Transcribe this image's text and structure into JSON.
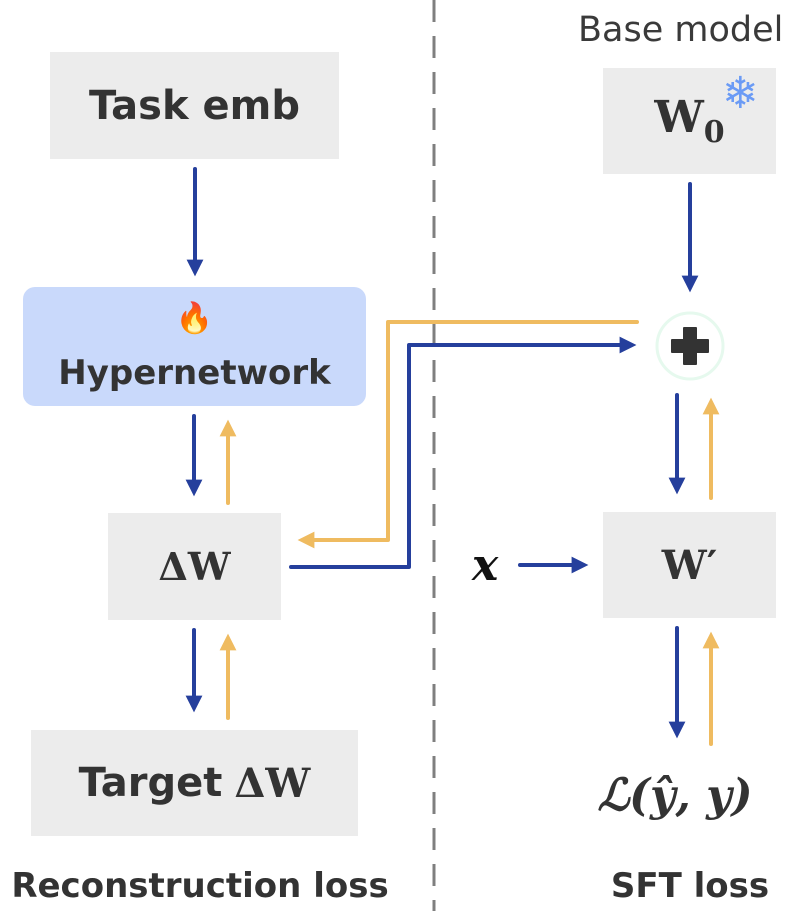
{
  "left_section": {
    "task_emb": "Task emb",
    "hypernetwork": "Hypernetwork",
    "hypernetwork_icon": "fire-icon",
    "hypernetwork_icon_glyph": "🔥",
    "delta_w": "ΔW",
    "target_prefix": "Target",
    "target_delta_w": "ΔW",
    "caption": "Reconstruction loss"
  },
  "right_section": {
    "header": "Base model",
    "w0_main": "W",
    "w0_sub": "0",
    "w0_icon": "snowflake-icon",
    "w0_icon_glyph": "❄",
    "plus_icon": "plus-icon",
    "input_x": "x",
    "w_prime": "W′",
    "loss_expression": "ℒ(ŷ, y)",
    "caption": "SFT loss"
  },
  "colors": {
    "forward_arrow": "#253f9c",
    "backward_arrow": "#efbb60",
    "box_fill": "#ececec",
    "hypernetwork_fill": "#c9d9fb",
    "divider": "#7f7f7f",
    "plus_ring": "#e6f9ee",
    "snowflake": "#6b9bf5"
  }
}
